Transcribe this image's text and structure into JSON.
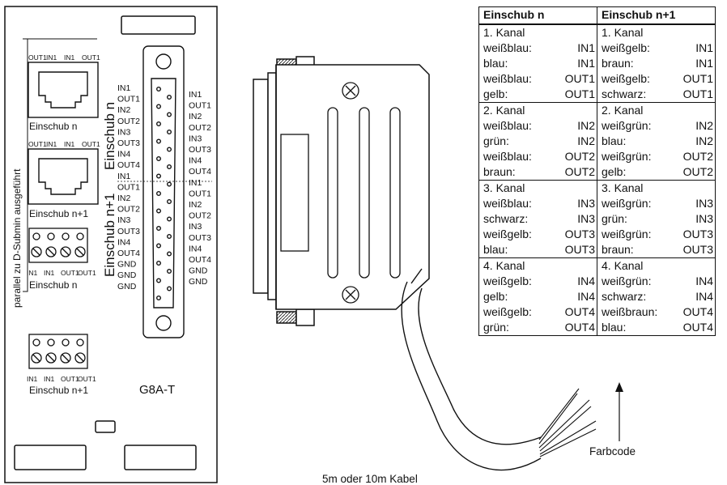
{
  "panel": {
    "side_label": "parallel zu D-Submin ausgeführt",
    "rj_labels": [
      "OUT1",
      "IN1",
      "IN1",
      "OUT1"
    ],
    "rj1_caption": "Einschub n",
    "rj2_caption": "Einschub n+1",
    "term_labels": [
      "IN1",
      "IN1",
      "OUT1",
      "OUT1"
    ],
    "term1_caption": "Einschub n",
    "term2_caption": "Einschub n+1",
    "model": "G8A-T",
    "dsub_vertical_n": "Einschub n",
    "dsub_vertical_n1": "Einschub n+1",
    "dsub_left_pins": [
      "IN1",
      "OUT1",
      "IN2",
      "OUT2",
      "IN3",
      "OUT3",
      "IN4",
      "OUT4",
      "IN1",
      "OUT1",
      "IN2",
      "OUT2",
      "IN3",
      "OUT3",
      "IN4",
      "OUT4",
      "GND",
      "GND",
      "GND"
    ],
    "dsub_right_pins": [
      "IN1",
      "OUT1",
      "IN2",
      "OUT2",
      "IN3",
      "OUT3",
      "IN4",
      "OUT4",
      "IN1",
      "OUT1",
      "IN2",
      "OUT2",
      "IN3",
      "OUT3",
      "IN4",
      "OUT4",
      "GND",
      "GND"
    ]
  },
  "connector": {
    "cable_label": "5m oder 10m Kabel",
    "color_code_label": "Farbcode"
  },
  "wiring_table": {
    "headers": [
      "Einschub n",
      "Einschub n+1"
    ],
    "groups": [
      {
        "n": [
          "1. Kanal",
          [
            "weißblau:",
            "IN1"
          ],
          [
            "blau:",
            "IN1"
          ],
          [
            "weißblau:",
            "OUT1"
          ],
          [
            "gelb:",
            "OUT1"
          ]
        ],
        "n1": [
          "1. Kanal",
          [
            "weißgelb:",
            "IN1"
          ],
          [
            "braun:",
            "IN1"
          ],
          [
            "weißgelb:",
            "OUT1"
          ],
          [
            "schwarz:",
            "OUT1"
          ]
        ]
      },
      {
        "n": [
          "2. Kanal",
          [
            "weißblau:",
            "IN2"
          ],
          [
            "grün:",
            "IN2"
          ],
          [
            "weißblau:",
            "OUT2"
          ],
          [
            "braun:",
            "OUT2"
          ]
        ],
        "n1": [
          "2. Kanal",
          [
            "weißgrün:",
            "IN2"
          ],
          [
            "blau:",
            "IN2"
          ],
          [
            "weißgrün:",
            "OUT2"
          ],
          [
            "gelb:",
            "OUT2"
          ]
        ]
      },
      {
        "n": [
          "3. Kanal",
          [
            "weißblau:",
            "IN3"
          ],
          [
            "schwarz:",
            "IN3"
          ],
          [
            "weißgelb:",
            "OUT3"
          ],
          [
            "blau:",
            "OUT3"
          ]
        ],
        "n1": [
          "3. Kanal",
          [
            "weißgrün:",
            "IN3"
          ],
          [
            "grün:",
            "IN3"
          ],
          [
            "weißgrün:",
            "OUT3"
          ],
          [
            "braun:",
            "OUT3"
          ]
        ]
      },
      {
        "n": [
          "4. Kanal",
          [
            "weißgelb:",
            "IN4"
          ],
          [
            "gelb:",
            "IN4"
          ],
          [
            "weißgelb:",
            "OUT4"
          ],
          [
            "grün:",
            "OUT4"
          ]
        ],
        "n1": [
          "4. Kanal",
          [
            "weißgrün:",
            "IN4"
          ],
          [
            "schwarz:",
            "IN4"
          ],
          [
            "weißbraun:",
            "OUT4"
          ],
          [
            "blau:",
            "OUT4"
          ]
        ]
      }
    ]
  }
}
